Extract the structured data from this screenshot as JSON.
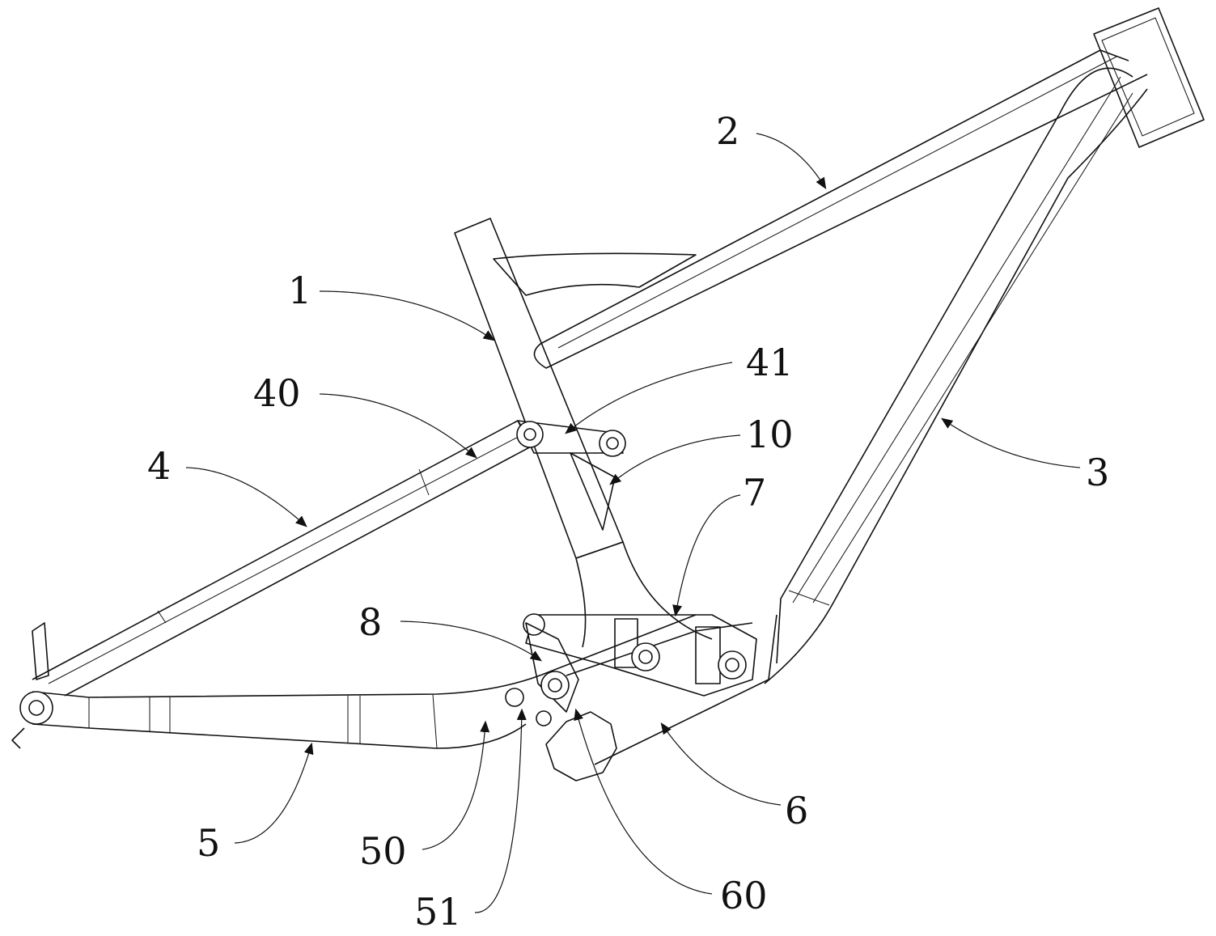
{
  "figure": {
    "title": "Bicycle frame patent drawing",
    "labels": [
      {
        "id": "1",
        "text": "1"
      },
      {
        "id": "2",
        "text": "2"
      },
      {
        "id": "3",
        "text": "3"
      },
      {
        "id": "4",
        "text": "4"
      },
      {
        "id": "5",
        "text": "5"
      },
      {
        "id": "6",
        "text": "6"
      },
      {
        "id": "7",
        "text": "7"
      },
      {
        "id": "8",
        "text": "8"
      },
      {
        "id": "10",
        "text": "10"
      },
      {
        "id": "40",
        "text": "40"
      },
      {
        "id": "41",
        "text": "41"
      },
      {
        "id": "50",
        "text": "50"
      },
      {
        "id": "51",
        "text": "51"
      },
      {
        "id": "60",
        "text": "60"
      }
    ]
  }
}
